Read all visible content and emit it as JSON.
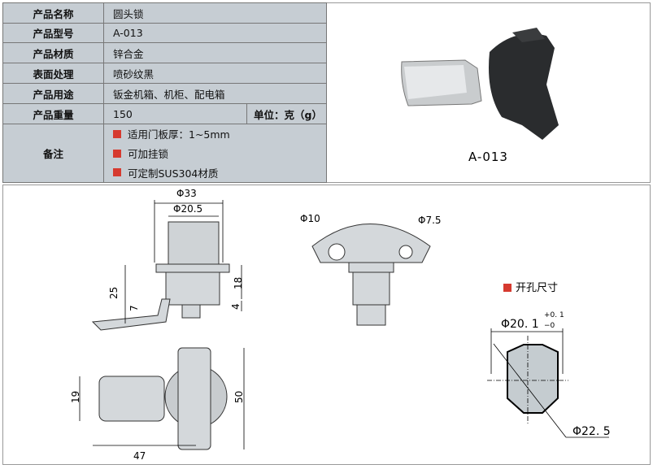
{
  "table": {
    "rows": [
      {
        "label": "产品名称",
        "value": "圆头锁"
      },
      {
        "label": "产品型号",
        "value": "A-013"
      },
      {
        "label": "产品材质",
        "value": "锌合金"
      },
      {
        "label": "表面处理",
        "value": "喷砂纹黑"
      },
      {
        "label": "产品用途",
        "value": "钣金机箱、机柜、配电箱"
      },
      {
        "label": "产品重量",
        "value": "150",
        "unit": "单位：克（g）"
      }
    ],
    "notes_label": "备注",
    "notes": [
      "适用门板厚：1~5mm",
      "可加挂锁",
      "可定制SUS304材质"
    ]
  },
  "photo_caption": "A-013",
  "dims": {
    "d33": "Φ33",
    "d20_5": "Φ20.5",
    "h25": "25",
    "h18": "18",
    "h7": "7",
    "h4": "4",
    "d10": "Φ10",
    "d7_5": "Φ7.5",
    "h19": "19",
    "h50": "50",
    "w47": "47"
  },
  "cutout": {
    "title": "开孔尺寸",
    "width": "Φ20. 1",
    "tol_plus": "+0. 1",
    "tol_minus": "−0",
    "diag": "Φ22. 5"
  },
  "colors": {
    "table_bg": "#c6cdd3",
    "bullet": "#d63a2f"
  }
}
